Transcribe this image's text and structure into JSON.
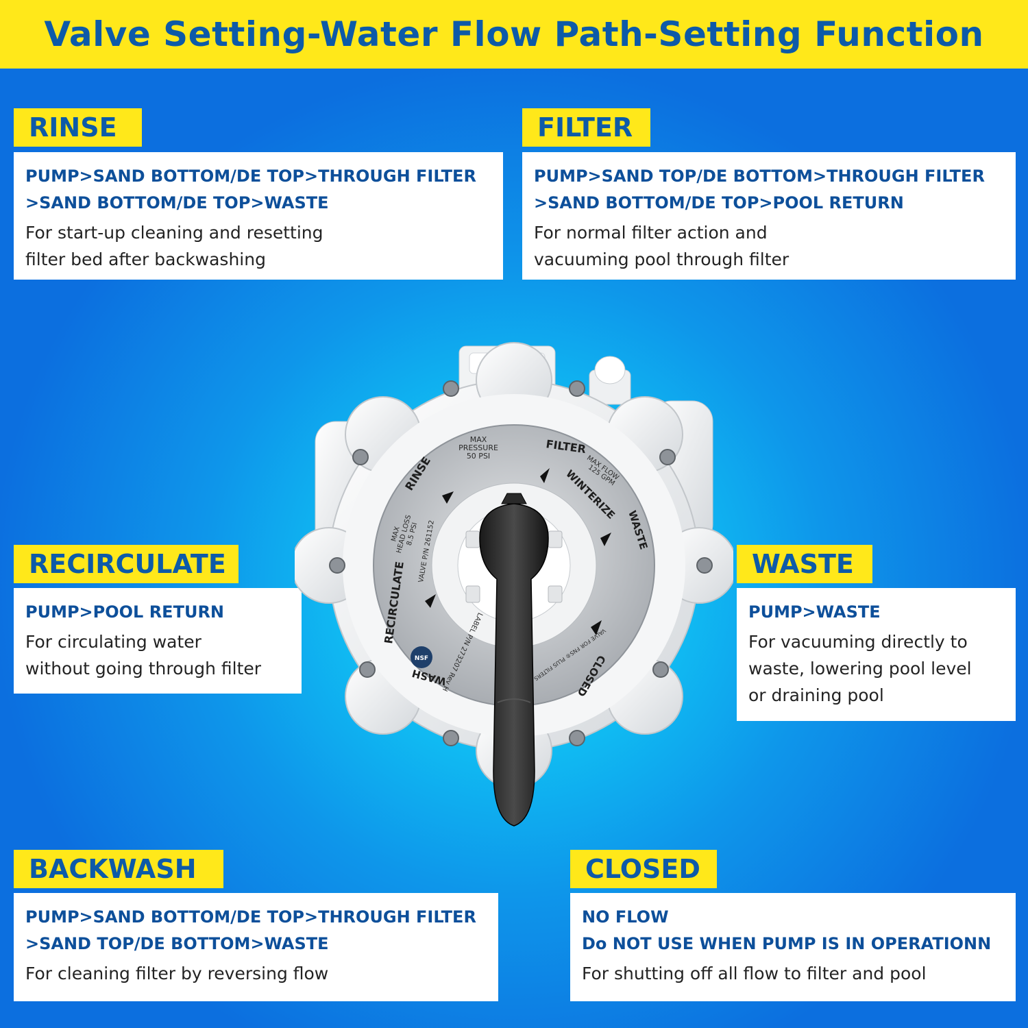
{
  "header": {
    "title": "Valve Setting-Water Flow Path-Setting Function"
  },
  "settings": {
    "rinse": {
      "label": "RINSE",
      "flow_lines": [
        "PUMP>SAND BOTTOM/DE TOP>THROUGH FILTER",
        ">SAND BOTTOM/DE TOP>WASTE"
      ],
      "desc_lines": [
        "For start-up cleaning and resetting",
        "filter bed after backwashing"
      ]
    },
    "filter": {
      "label": "FILTER",
      "flow_lines": [
        "PUMP>SAND TOP/DE BOTTOM>THROUGH FILTER",
        ">SAND BOTTOM/DE TOP>POOL RETURN"
      ],
      "desc_lines": [
        "For normal filter action and",
        "vacuuming pool through filter"
      ]
    },
    "recirculate": {
      "label": "RECIRCULATE",
      "flow_lines": [
        "PUMP>POOL RETURN"
      ],
      "desc_lines": [
        "For circulating water",
        "without going through filter"
      ]
    },
    "waste": {
      "label": "WASTE",
      "flow_lines": [
        "PUMP>WASTE"
      ],
      "desc_lines": [
        "For vacuuming directly to",
        "waste, lowering pool level",
        "or draining pool"
      ]
    },
    "backwash": {
      "label": "BACKWASH",
      "flow_lines": [
        "PUMP>SAND BOTTOM/DE TOP>THROUGH FILTER",
        ">SAND TOP/DE BOTTOM>WASTE"
      ],
      "desc_lines": [
        "For cleaning filter by reversing flow"
      ]
    },
    "closed": {
      "label": "CLOSED",
      "flow_lines": [
        "NO FLOW",
        "Do NOT USE WHEN PUMP IS IN OPERATIONN"
      ],
      "desc_lines": [
        "For shutting off all flow to filter and pool"
      ]
    }
  },
  "dial": {
    "filter": "FILTER",
    "rinse": "RINSE",
    "winterize": "WINTERIZE",
    "waste": "WASTE",
    "recirculate": "RECIRCULATE",
    "closed": "CLOSED",
    "backwash": "WASH",
    "max_pressure": [
      "MAX",
      "PRESSURE",
      "50 PSI"
    ],
    "max_flow": [
      "MAX FLOW",
      "125 GPM"
    ],
    "head_loss": [
      "MAX",
      "HEAD LOSS",
      "8.5 PSI"
    ],
    "valve_pn": "VALVE P/N 261152",
    "label_pn": "LABEL P/N 273207 Rev H",
    "nsf": "NSF",
    "fns_note": "VALVE FOR FNS® PLUS FILTERS"
  },
  "colors": {
    "header_bg": "#ffe81a",
    "title_text": "#0d5aa8",
    "flow_text": "#0d4f9a",
    "bg_center": "#11d8f6",
    "bg_edge": "#0c6fdf"
  }
}
